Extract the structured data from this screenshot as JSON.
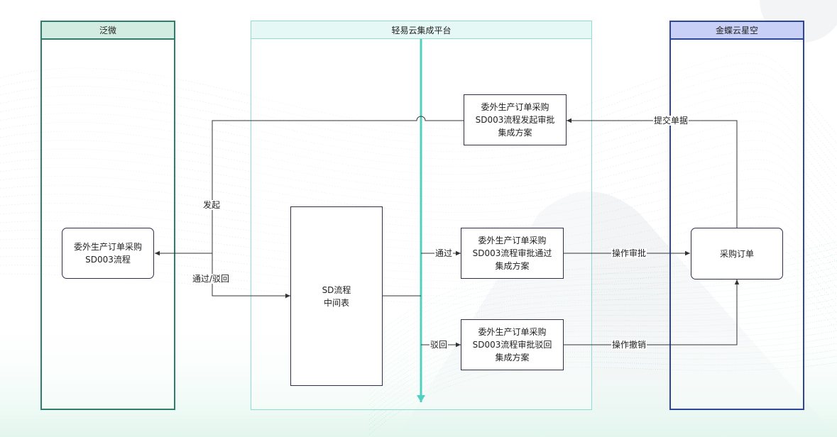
{
  "lanes": {
    "fanwei": "泛微",
    "qingyi": "轻易云集成平台",
    "kingdee": "金蝶云星空"
  },
  "nodes": {
    "fanwei_process": [
      "委外生产订单采购",
      "SD003流程"
    ],
    "intermediate_table": [
      "SD流程",
      "中间表"
    ],
    "plan_initiate": [
      "委外生产订单采购",
      "SD003流程发起审批",
      "集成方案"
    ],
    "plan_approve": [
      "委外生产订单采购",
      "SD003流程审批通过",
      "集成方案"
    ],
    "plan_reject": [
      "委外生产订单采购",
      "SD003流程审批驳回",
      "集成方案"
    ],
    "purchase_order": [
      "采购订单"
    ]
  },
  "edge_labels": {
    "submit": "提交单据",
    "initiate": "发起",
    "pass_reject": "通过/驳回",
    "pass": "通过",
    "reject": "驳回",
    "op_approve": "操作审批",
    "op_cancel": "操作撤销"
  },
  "colors": {
    "fanwei_border": "#2f7d6d",
    "fanwei_header": "#d3ece2",
    "qingyi_border": "#8fdcd0",
    "qingyi_header": "#e6f8f5",
    "kingdee_border": "#2d4697",
    "kingdee_header": "#c9d0f7",
    "timeline": "#4fd1bd",
    "line": "#333333"
  }
}
